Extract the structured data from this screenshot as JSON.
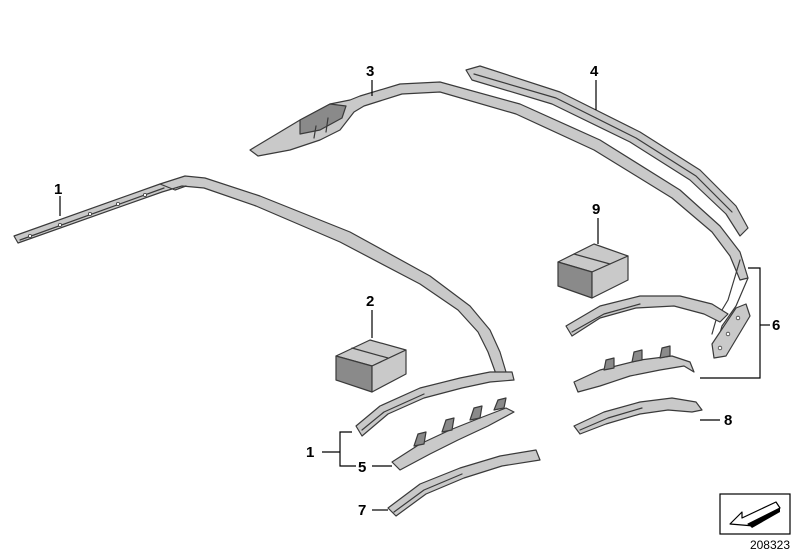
{
  "callouts": [
    {
      "id": "c1a",
      "label": "1"
    },
    {
      "id": "c3",
      "label": "3"
    },
    {
      "id": "c4",
      "label": "4"
    },
    {
      "id": "c9",
      "label": "9"
    },
    {
      "id": "c2",
      "label": "2"
    },
    {
      "id": "c6",
      "label": "6"
    },
    {
      "id": "c1b",
      "label": "1"
    },
    {
      "id": "c5",
      "label": "5"
    },
    {
      "id": "c8",
      "label": "8"
    },
    {
      "id": "c7",
      "label": "7"
    }
  ],
  "diagram_id": "208323",
  "colors": {
    "part_fill": "#c9c9c9",
    "part_dark": "#8a8a8a",
    "outline": "#3a3a3a",
    "text": "#000000"
  },
  "icons": {
    "orientation_arrow": "arrow-icon"
  }
}
